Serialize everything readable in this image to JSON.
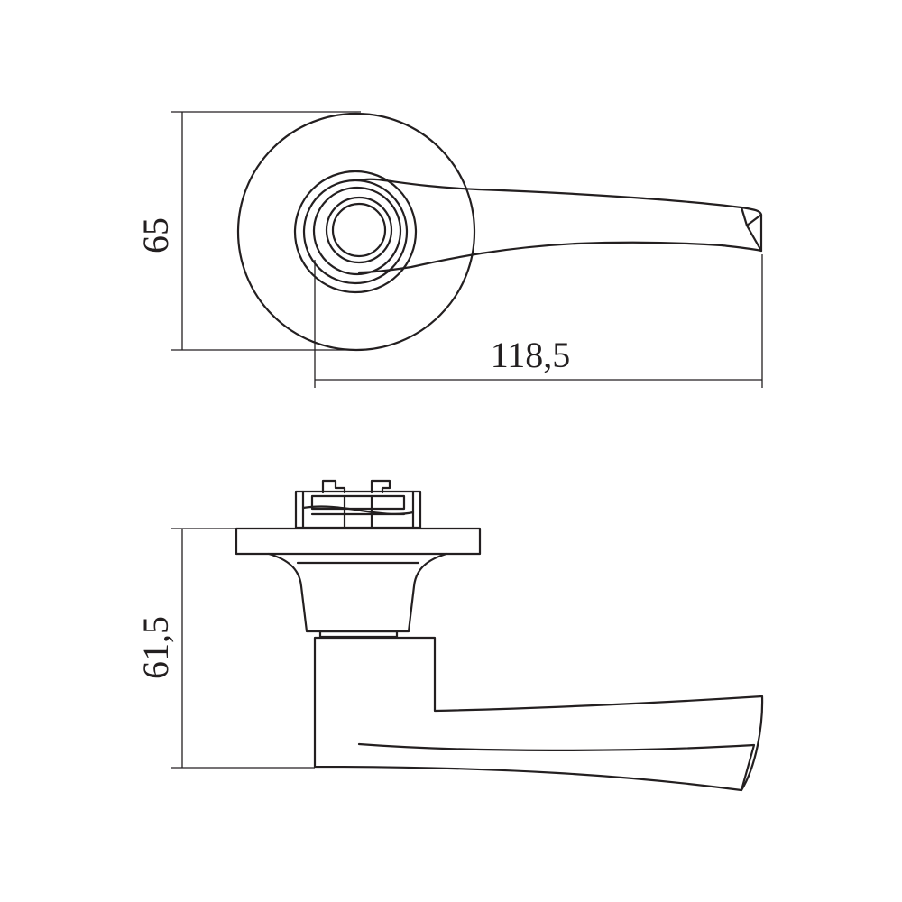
{
  "dimensions": {
    "height_top": "65",
    "width_top": "118,5",
    "height_side": "61,5"
  },
  "colors": {
    "line": "#231f20",
    "background": "#ffffff"
  }
}
